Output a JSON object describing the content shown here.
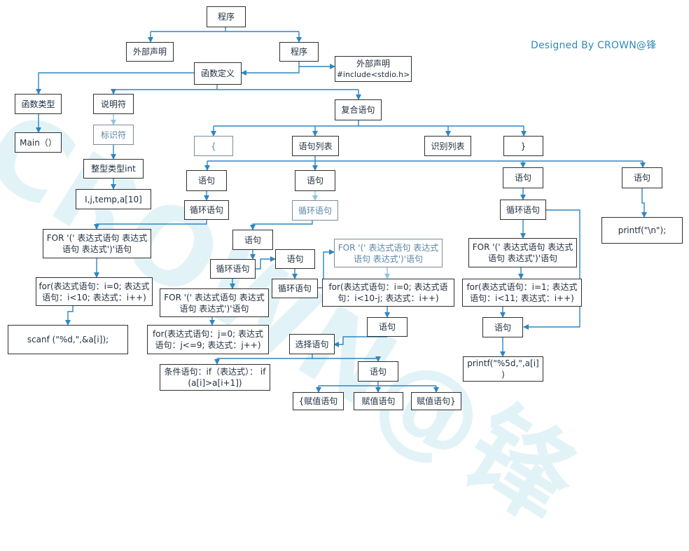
{
  "credit": "Designed By CROWN@锋",
  "watermark": "CROWN@锋",
  "accent_color": "#2e86c1",
  "nodes": {
    "n1": "程序",
    "n2": "外部声明",
    "n3": "程序",
    "n4a": "外部声明",
    "n4b": "#include<stdio.h>",
    "n5": "函数定义",
    "n6": "函数类型",
    "n7": "Main（）",
    "n8": "说明符",
    "n9": "标识符",
    "n10": "整型类型int",
    "n11": "I,j,temp,a[10]",
    "n12": "复合语句",
    "n13": "{",
    "n14": "语句列表",
    "n15": "识别列表",
    "n16": "}",
    "n17": "语句",
    "n18": "语句",
    "n19": "语句",
    "n20": "语句",
    "n21": "循环语句",
    "n22": "循环语句",
    "n23": "循环语句",
    "n24": "printf(\"\\n\");",
    "n25": "FOR '(' 表达式语句  表达式语句  表达式')'语句",
    "n26": "for(表达式语句：i=0; 表达式语句：i<10; 表达式：i++)",
    "n27": "scanf (\"%d,\",&a[i]);",
    "n28": "语句",
    "n29": "循环语句",
    "n30": "语句",
    "n31": "循环语句",
    "n32": "FOR '(' 表达式语句  表达式语句  表达式')'语句",
    "n33": "for(表达式语句：j=0; 表达式语句：j<=9; 表达式：j++)",
    "n34": "FOR '(' 表达式语句  表达式语句  表达式')'语句",
    "n35": "for(表达式语句：i=0; 表达式语句：i<10-j; 表达式：i++)",
    "n36": "语句",
    "n37": "选择语句",
    "n38": "条件语句：if（表达式）：  if (a[i]>a[i+1])",
    "n39": "语句",
    "n40": "{赋值语句",
    "n41": "赋值语句",
    "n42": "赋值语句}",
    "n43": "FOR '(' 表达式语句  表达式语句  表达式')'语句",
    "n44": "for(表达式语句：i=1; 表达式语句：i<11; 表达式：i++)",
    "n45": "语句",
    "n46": "printf(\"%5d,\",a[i] )"
  }
}
